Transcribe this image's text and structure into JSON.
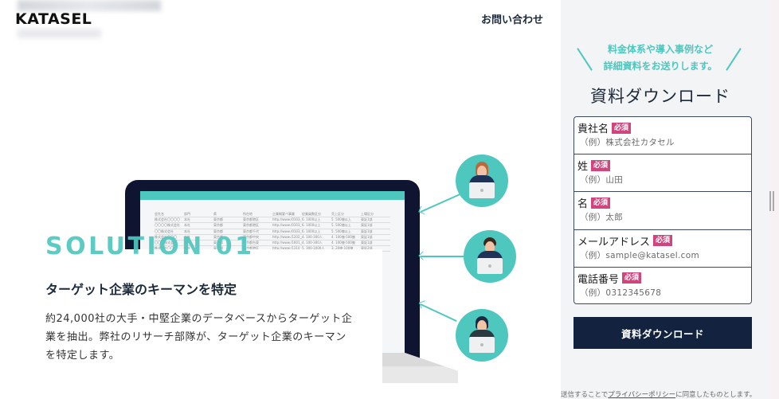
{
  "header": {
    "logo": "KATASEL",
    "contact_link": "お問い合わせ"
  },
  "illustration": {
    "sheet_headers": [
      "会社名",
      "部門",
      "県",
      "所在地",
      "企業概要ペ事業",
      "従業員数区分",
      "売上区分",
      "上場区分"
    ],
    "sheet_rows": [
      [
        "株式会社〇〇〇〇",
        "本社",
        "東京都",
        "東京都港区",
        "http://www./0103_食料品・酒類",
        "6. 1000以上",
        "5. 500億以上",
        "東証1部"
      ],
      [
        "〇〇〇〇株式会社",
        "本社",
        "東京都",
        "東京都港区",
        "http://www./0103_食料品・酒類",
        "6. 1000以上",
        "5. 500億以上",
        "東証1部"
      ],
      [
        "〇〇株式会社",
        "本社",
        "東京都",
        "東京都千代",
        "http://www./0103_食料品・酒類",
        "6. 1000以上",
        "5. 500億以上",
        "東証1部"
      ],
      [
        "株式会社〇〇〇",
        "本社",
        "東京都",
        "東京都中央",
        "http://www./1202_薬園",
        "4. 100-300人",
        "4. 100億-500億",
        "東証1部"
      ],
      [
        "〇〇〇株式会社",
        "本社",
        "東京都",
        "東京都台東",
        "http://www./1601_卸売",
        "4. 100-300人",
        "4. 100億-500億",
        "東証1部"
      ],
      [
        "株式会社〇〇",
        "本社",
        "東京都",
        "東京都港区",
        "http://www./1310_一般機械",
        "5. 300-1000人",
        "3. 20億-100億",
        "東証2部"
      ]
    ],
    "people": [
      "woman-with-laptop",
      "man-in-suit-with-laptop",
      "woman-short-hair-with-laptop"
    ]
  },
  "solution": {
    "label": "SOLUTION 01",
    "title": "ターゲット企業のキーマンを特定",
    "body": "約24,000社の大手・中堅企業のデータベースからターゲット企業を抽出。弊社のリサーチ部隊が、ターゲット企業のキーマンを特定します。"
  },
  "panel": {
    "lead_line1": "料金体系や導入事例など",
    "lead_line2": "詳細資料をお送りします。",
    "title": "資料ダウンロード",
    "required_badge": "必須",
    "fields": [
      {
        "label": "貴社名",
        "placeholder": "（例）株式会社カタセル"
      },
      {
        "label": "姓",
        "placeholder": "（例）山田"
      },
      {
        "label": "名",
        "placeholder": "（例）太郎"
      },
      {
        "label": "メールアドレス",
        "placeholder": "（例）sample@katasel.com"
      },
      {
        "label": "電話番号",
        "placeholder": "（例）0312345678"
      }
    ],
    "submit_label": "資料ダウンロード",
    "note_prefix": "送信することで",
    "note_link": "プライバシーポリシー",
    "note_suffix": "に同意したものとします。"
  },
  "colors": {
    "accent_teal": "#4ec7bf",
    "navy": "#13233f",
    "required_pink": "#d0457e",
    "panel_bg": "#f3f4f6"
  }
}
